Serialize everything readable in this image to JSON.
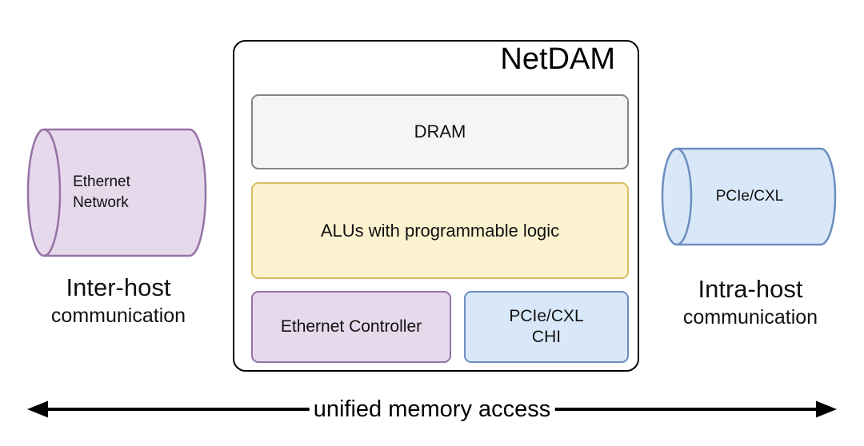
{
  "title": "NetDAM",
  "netdam": {
    "dram": "DRAM",
    "alu": "ALUs with programmable logic",
    "ethernet_controller": "Ethernet Controller",
    "pcie_chi_line1": "PCIe/CXL",
    "pcie_chi_line2": "CHI"
  },
  "left_side": {
    "cylinder_line1": "Ethernet",
    "cylinder_line2": "Network",
    "caption_title": "Inter-host",
    "caption_subtitle": "communication"
  },
  "right_side": {
    "cylinder_label": "PCIe/CXL",
    "caption_title": "Intra-host",
    "caption_subtitle": "communication"
  },
  "arrow_label": "unified memory access",
  "colors": {
    "purple_fill": "#e6d9ec",
    "purple_border": "#9673a6",
    "blue_fill": "#d9e8f8",
    "blue_border": "#6c8ebf",
    "yellow_fill": "#fdf2cf",
    "yellow_border": "#d9bd62",
    "gray_fill": "#f5f5f5",
    "gray_border": "#858585",
    "line": "#000000"
  }
}
